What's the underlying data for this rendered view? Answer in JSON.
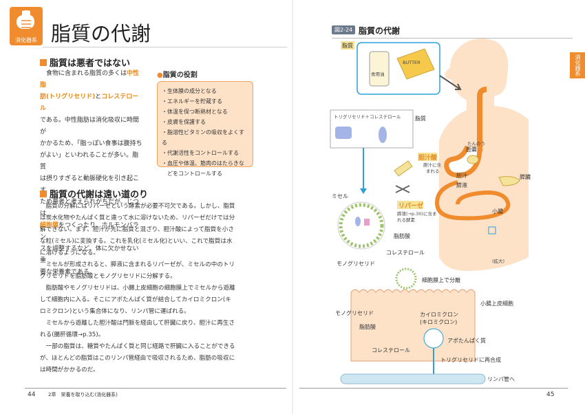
{
  "left": {
    "badge": "消化器系",
    "title": "脂質の代謝",
    "section1": {
      "heading": "脂質は悪者ではない",
      "lines": [
        [
          "食物に含まれる脂質の多くは",
          "中性脂"
        ],
        [
          "肪(トリグリセリド)",
          "と",
          "コレステロール"
        ],
        [
          "である。中性脂肪は消化吸収に時間が"
        ],
        [
          "かかるため、「脂っぽい食事は腹持ち"
        ],
        [
          "がよい」といわれることが多い。脂質"
        ],
        [
          "は摂りすぎると動脈硬化を引き起こす"
        ],
        [
          "ため悪者と考えられがちだが、じつは"
        ],
        [
          "細胞膜",
          "をつくったり、ホルモンバラン"
        ],
        [
          "スを調整するなど、体に欠かせない重"
        ],
        [
          "要な栄養素である。"
        ]
      ]
    },
    "roles": {
      "title": "脂質の役割",
      "items": [
        "・生体膜の成分となる",
        "・エネルギーを貯蔵する",
        "・体温を保つ断熱材となる",
        "・皮膚を保護する",
        "・脂溶性ビタミンの吸収をよくする",
        "・代謝活性をコントロールする",
        "・血圧や体温、筋肉のはたらきな",
        "　どをコントロールする"
      ]
    },
    "section2": {
      "heading": "脂質の代謝は遠い道のり",
      "lines": [
        "脂質の分解にはリパーゼという酵素が必要不可欠である。しかし、脂質",
        "は炭水化物やたんぱく質と違って水に溶けないため、リパーゼだけでは分",
        "解できない。まず、胆汁が先に脂質と混ざり、胆汁酸によって脂質を小さ",
        "な粒(ミセル)に変換する。これを乳化(ミセル化)といい、これで脂質は水",
        "に溶けるようになる。",
        "ミセルが形成されると、膵液に含まれるリパーゼが、ミセルの中のトリ",
        "グリセリドを脂肪酸とモノグリセリドに分解する。",
        "脂肪酸やモノグリセリドは、小腸上皮細胞の細胞膜上でミセルから遊離",
        "して細胞内に入る。そこにアポたんぱく質が結合してカイロミクロン(キ",
        "ロミクロン)という集合体になり、リンパ管に運ばれる。",
        "ミセルから遊離した胆汁酸は門脈を経由して肝臓に戻り、胆汁に再生さ",
        "れる(腸肝循環→p.35)。",
        "一部の脂質は、糖質やたんぱく質と同じ経路で肝臓に入ることができる",
        "が、ほとんどの脂質はこのリンパ管経由で吸収されるため、脂肪の吸収に",
        "は時間がかかるのだ。"
      ]
    },
    "footer": {
      "page": "44",
      "chapter": "2章　栄養を取り込む(消化器系)"
    }
  },
  "right": {
    "fig_tag": "図2-24",
    "fig_title": "脂質の代謝",
    "side_tab": "消化器系",
    "labels": {
      "lipid_tag": "脂質",
      "butter": "BUTTER",
      "oil": "食用油",
      "tg_chol": "トリグリセリド＋コレステロール",
      "lipid": "脂質",
      "bile_acid": "胆汁酸",
      "bile_acid_note1": "胆汁に含",
      "bile_acid_note2": "まれる",
      "gallbladder": "胆嚢",
      "gallbladder_ruby": "たんのう",
      "pancreas": "膵臓",
      "bile": "胆汁",
      "pancreatic_juice": "膵液",
      "micelle": "ミセル",
      "lipase": "リパーゼ",
      "lipase_note1": "膵液(→p.30)に含ま",
      "lipase_note2": "れる酵素",
      "fatty_acid": "脂肪酸",
      "cholesterol": "コレステロール",
      "monoglyceride": "モノグリセリド",
      "small_intestine": "小腸",
      "zoom": "(拡大)",
      "membrane_breakdown": "細胞膜上で分離",
      "epithelial": "小腸上皮細胞",
      "mono2": "モノグリセリド",
      "chylomicron1": "カイロミクロン",
      "chylomicron2": "(キロミクロン)",
      "fatty_acid2": "脂肪酸",
      "apoprotein": "アポたんぱく質",
      "cholesterol2": "コレステロール",
      "resynth": "トリグリセリドに再合成",
      "lymph": "リンパ管へ"
    },
    "footer": {
      "page": "45"
    },
    "colors": {
      "accent": "#f08c2e",
      "body_skin": "#fde2c8",
      "arrow": "#2a9fd8",
      "lymph": "#cfe7f3"
    }
  }
}
